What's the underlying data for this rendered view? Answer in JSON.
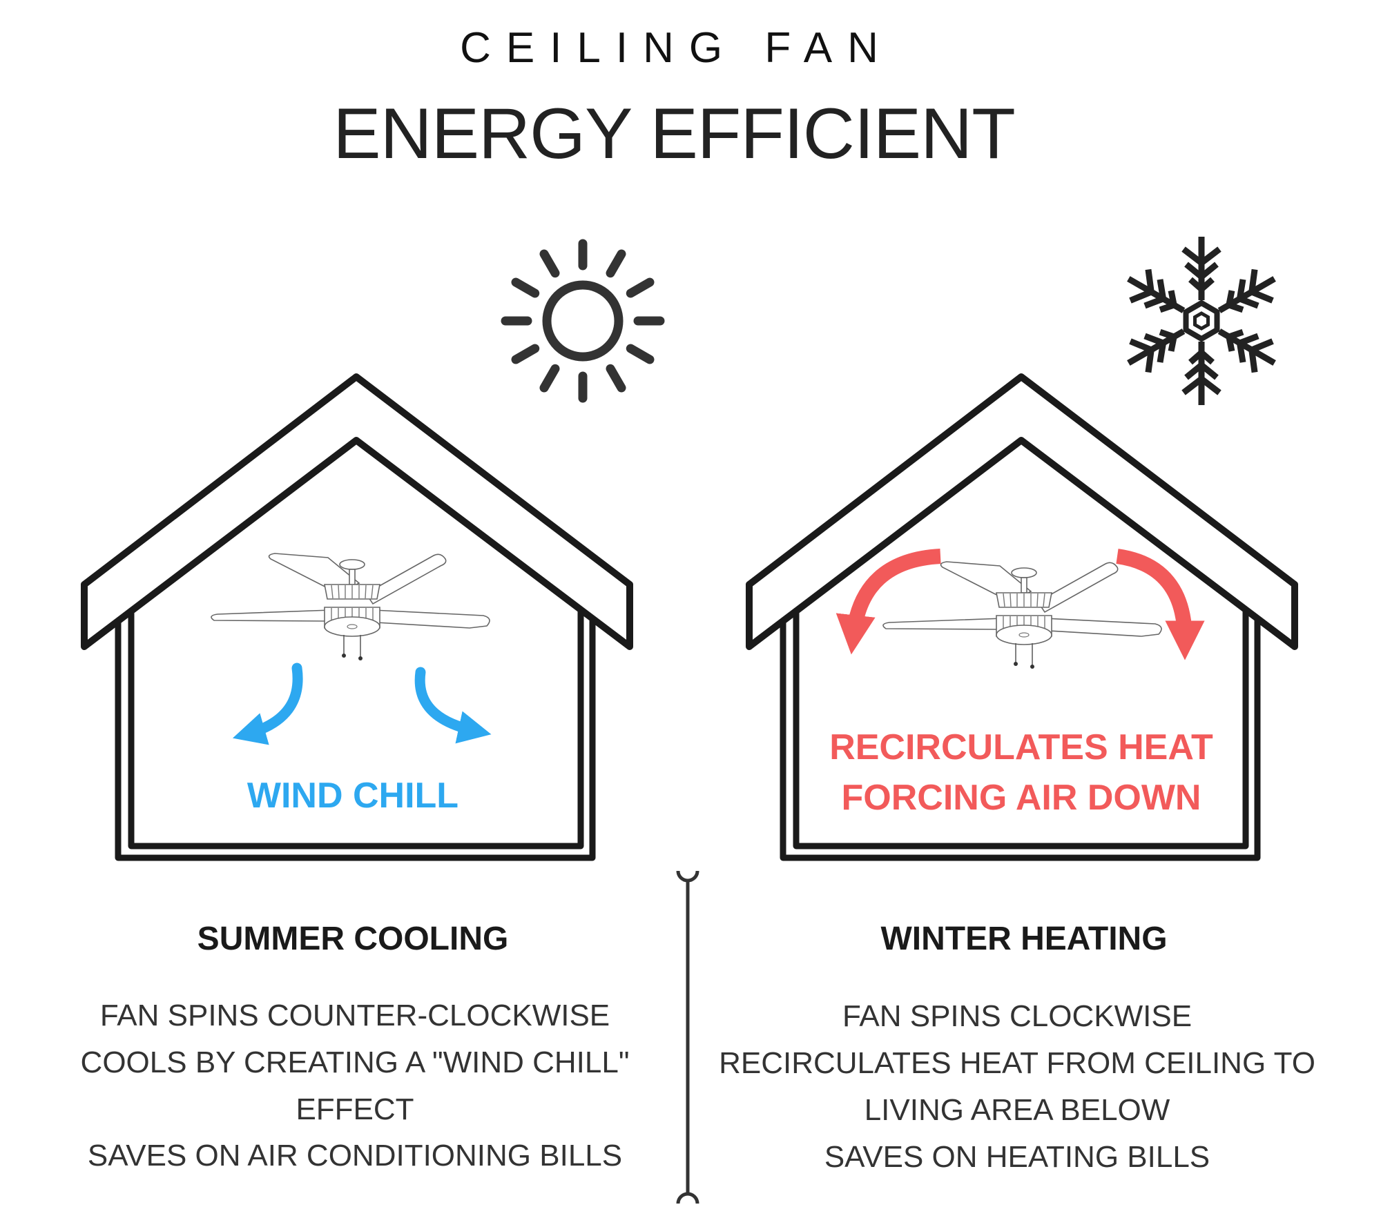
{
  "header": {
    "title_small": "CEILING FAN",
    "title_big": "ENERGY EFFICIENT"
  },
  "summer": {
    "icon": "sun-icon",
    "arrow_color": "#2DA8F0",
    "diagram_label": "WIND CHILL",
    "heading": "SUMMER COOLING",
    "lines": [
      "FAN SPINS COUNTER-CLOCKWISE",
      "COOLS BY CREATING A \"WIND CHILL\"",
      "EFFECT",
      "SAVES ON AIR CONDITIONING BILLS"
    ]
  },
  "winter": {
    "icon": "snowflake-icon",
    "arrow_color": "#F25A5A",
    "diagram_label_lines": [
      "RECIRCULATES HEAT",
      "FORCING AIR DOWN"
    ],
    "heading": "WINTER HEATING",
    "lines": [
      "FAN SPINS CLOCKWISE",
      "RECIRCULATES HEAT FROM CEILING TO",
      "LIVING AREA BELOW",
      "SAVES ON HEATING BILLS"
    ]
  }
}
